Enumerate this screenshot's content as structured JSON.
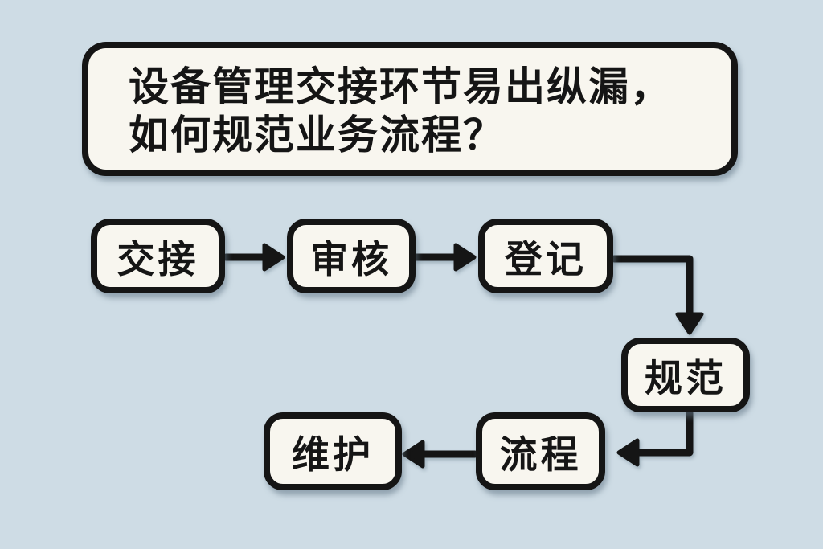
{
  "colors": {
    "background": "#cedce5",
    "card_fill": "#f8f6ef",
    "ink": "#151515"
  },
  "title": {
    "line1": "设备管理交接环节易出纵漏，",
    "line2": "如何规范业务流程？"
  },
  "nodes": [
    {
      "id": "jiaojie",
      "label": "交接"
    },
    {
      "id": "shenhe",
      "label": "审核"
    },
    {
      "id": "dengji",
      "label": "登记"
    },
    {
      "id": "guifan",
      "label": "规范"
    },
    {
      "id": "liucheng",
      "label": "流程"
    },
    {
      "id": "weihu",
      "label": "维护"
    }
  ],
  "edges": [
    {
      "from": "交接",
      "to": "审核"
    },
    {
      "from": "审核",
      "to": "登记"
    },
    {
      "from": "登记",
      "to": "规范"
    },
    {
      "from": "规范",
      "to": "流程"
    },
    {
      "from": "流程",
      "to": "维护"
    }
  ]
}
